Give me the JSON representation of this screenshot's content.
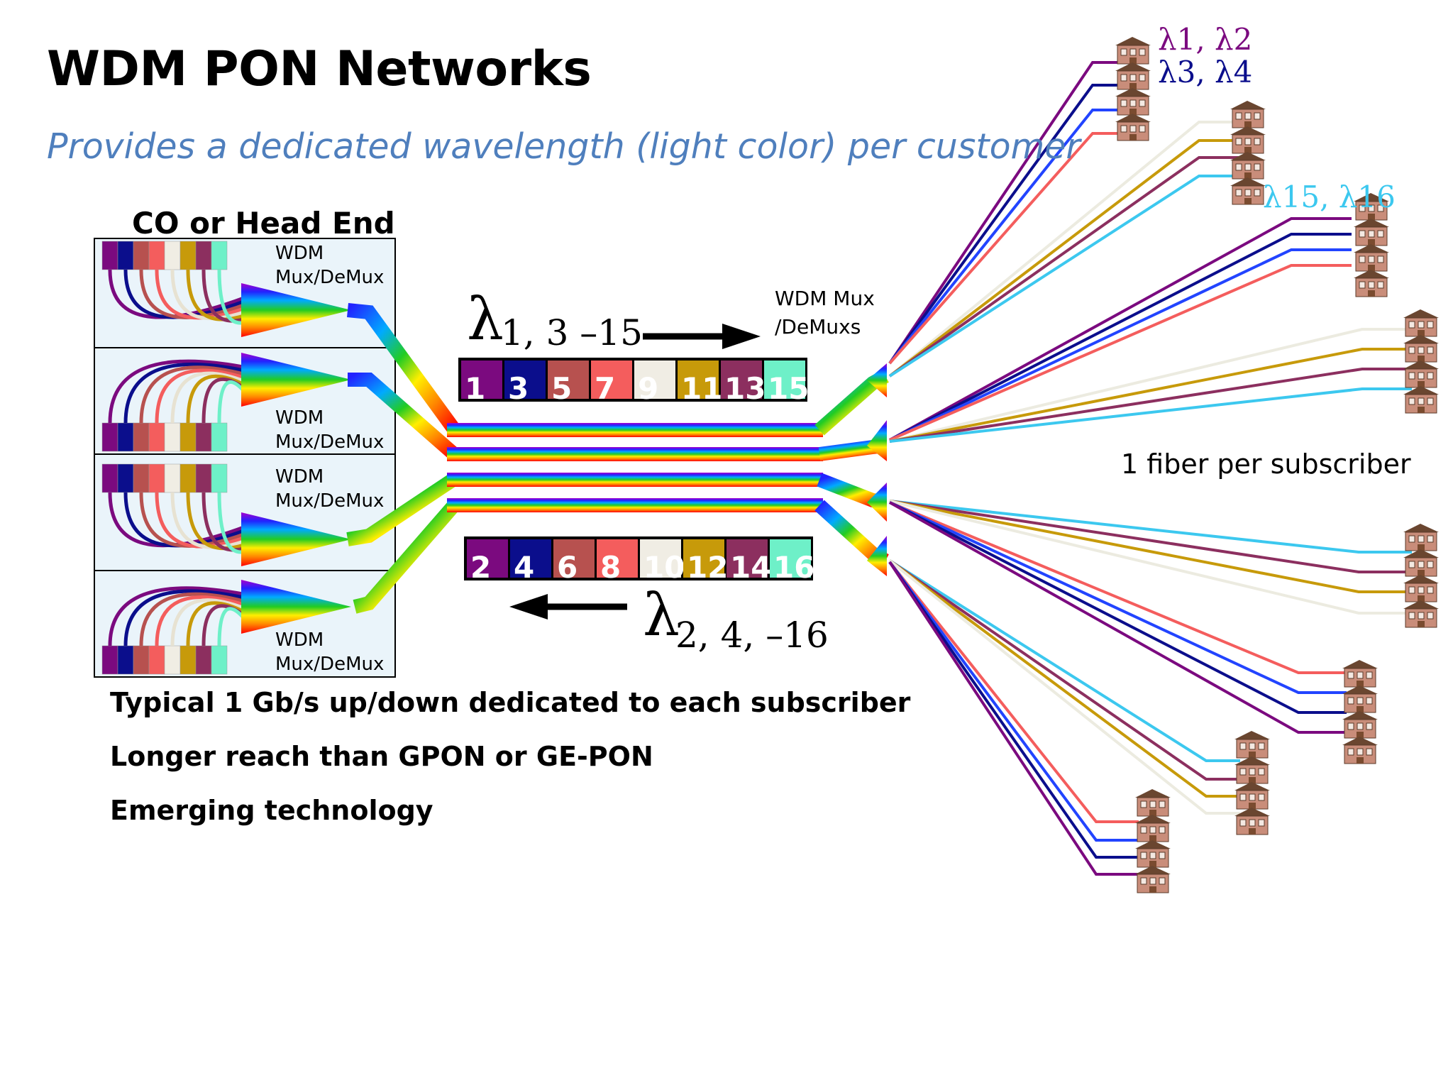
{
  "slide": {
    "title": "WDM PON Networks",
    "subtitle": "Provides a dedicated wavelength (light color) per customer",
    "head_end_label": "CO or Head End",
    "mux_label_line1": "WDM",
    "mux_label_line2": "Mux/DeMux",
    "remote_mux_line1": "WDM Mux",
    "remote_mux_line2": "/DeMuxs",
    "fiber_note": "1 fiber per subscriber",
    "bullets": [
      "Typical 1 Gb/s up/down dedicated to each subscriber",
      "Longer reach than GPON or GE-PON",
      "Emerging technology"
    ]
  },
  "downstream": {
    "lambda": "λ",
    "subscript": "1, 3 –15",
    "channels": [
      "1",
      "3",
      "5",
      "7",
      "9",
      "11",
      "13",
      "15"
    ]
  },
  "upstream": {
    "lambda": "λ",
    "subscript": "2, 4, –16",
    "channels": [
      "2",
      "4",
      "6",
      "8",
      "10",
      "12",
      "14",
      "16"
    ]
  },
  "house_labels": {
    "top_line1": "λ1, λ2",
    "top_line2": "λ3, λ4",
    "mid": "λ15, λ16"
  },
  "colors": {
    "wavelengths": [
      "#7b0a7f",
      "#0b0e8c",
      "#b7514f",
      "#f45d5d",
      "#f0ede4",
      "#c79a0a",
      "#8c2f5f",
      "#6ef0c8"
    ],
    "drop_fibers": [
      "#7b0a7f",
      "#0b0e8c",
      "#2244ff",
      "#f45d5d",
      "#ecebe0",
      "#c79a0a",
      "#8c2f5f",
      "#3cc8ef"
    ],
    "subtitle": "#4f7fbd",
    "lambda_purple": "#7b0a7f",
    "lambda_blue": "#0b0e8c",
    "lambda_cyan": "#3cc8ef"
  },
  "icons": [
    "multi-storey-house-icon",
    "mux-prism-icon",
    "arrow-right-icon",
    "arrow-left-icon"
  ]
}
